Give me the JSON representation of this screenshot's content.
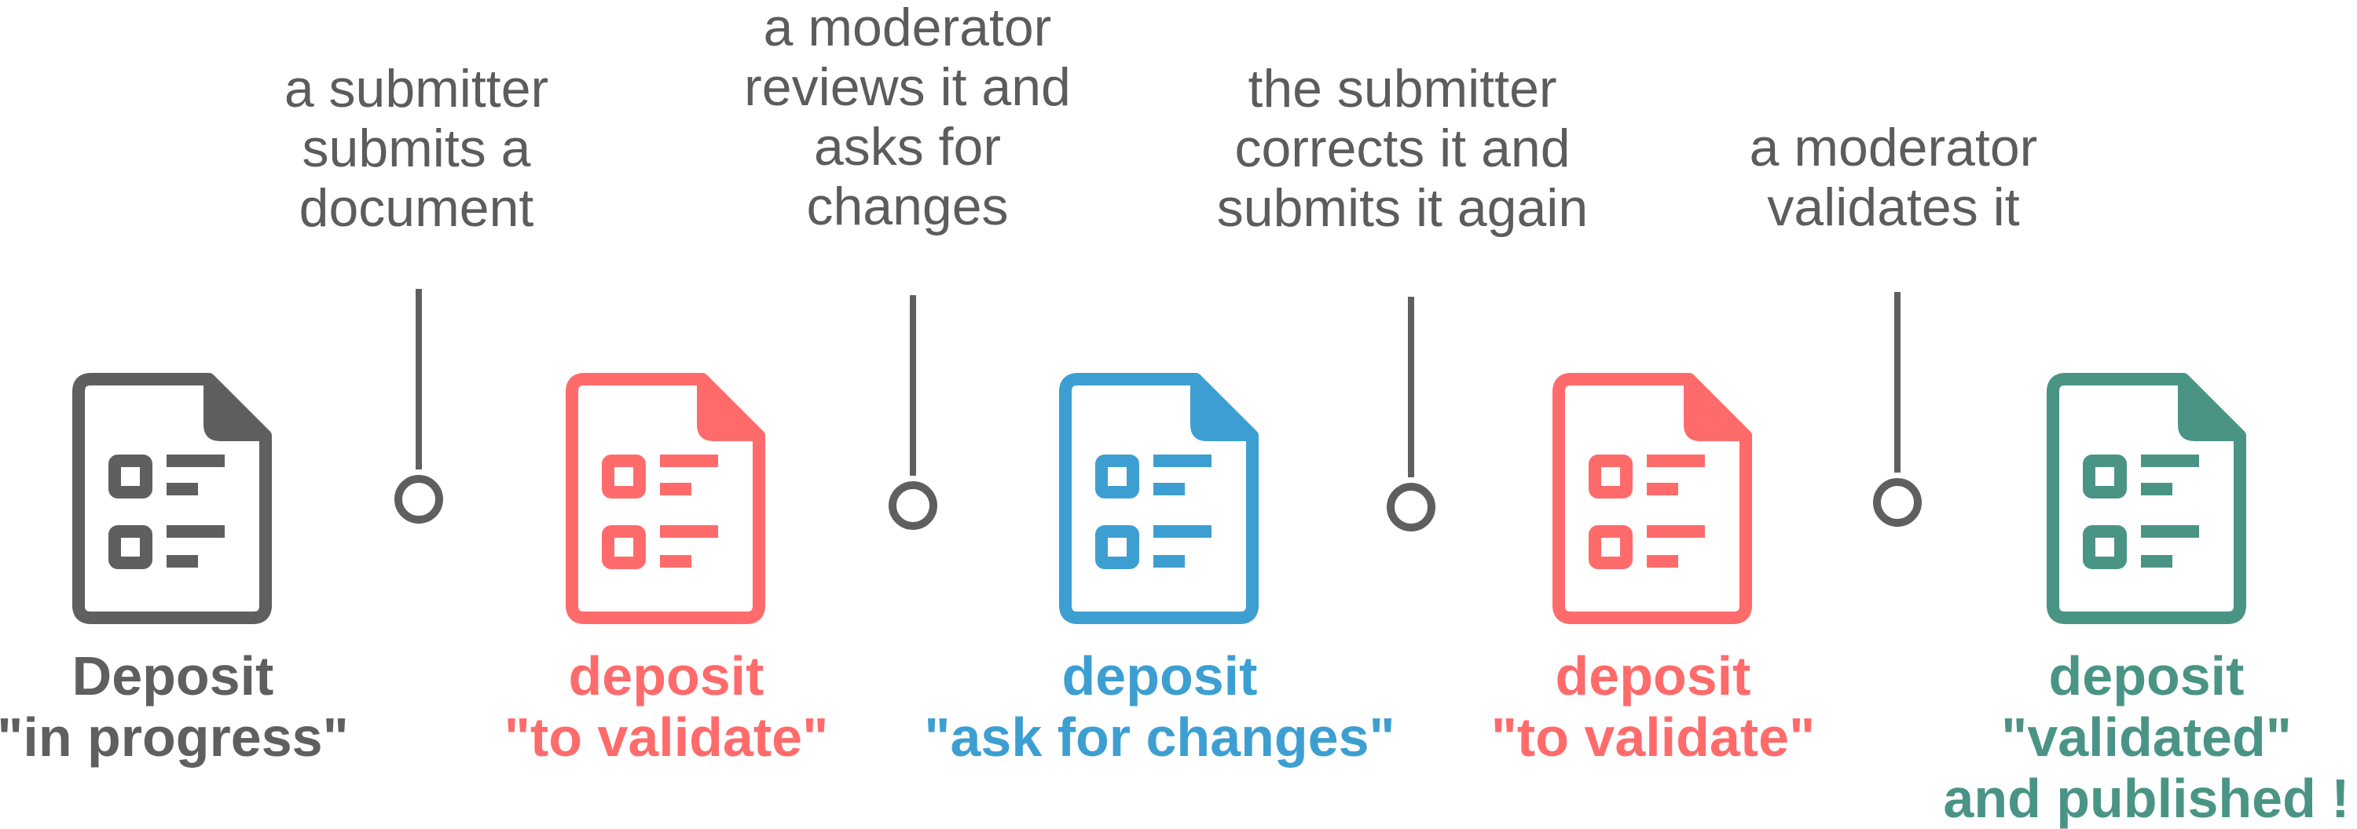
{
  "colors": {
    "gray": "#5f5f5f",
    "red": "#ff6b6b",
    "blue": "#3d9fd1",
    "teal": "#4a9485"
  },
  "actions": [
    {
      "lines": [
        "a submitter",
        "submits a",
        "document"
      ]
    },
    {
      "lines": [
        "a moderator",
        "reviews it and",
        "asks for",
        "changes"
      ]
    },
    {
      "lines": [
        "the submitter",
        "corrects it and",
        "submits it again"
      ]
    },
    {
      "lines": [
        "a moderator",
        "validates it"
      ]
    }
  ],
  "states": [
    {
      "lines": [
        "Deposit",
        "\"in progress\""
      ],
      "color": "#5f5f5f",
      "icon": "document-icon"
    },
    {
      "lines": [
        "deposit",
        "\"to validate\""
      ],
      "color": "#ff6b6b",
      "icon": "document-icon"
    },
    {
      "lines": [
        "deposit",
        "\"ask for changes\""
      ],
      "color": "#3d9fd1",
      "icon": "document-icon"
    },
    {
      "lines": [
        "deposit",
        "\"to validate\""
      ],
      "color": "#ff6b6b",
      "icon": "document-icon"
    },
    {
      "lines": [
        "deposit",
        "\"validated\"",
        "and published !"
      ],
      "color": "#4a9485",
      "icon": "document-icon"
    }
  ]
}
